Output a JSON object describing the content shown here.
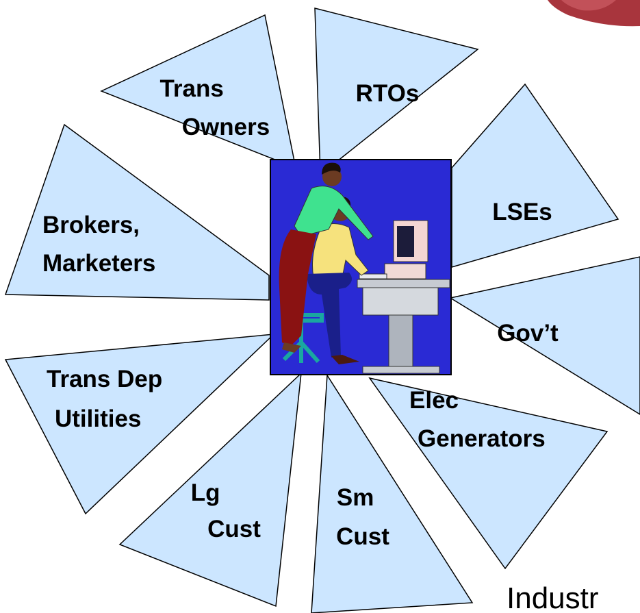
{
  "diagram": {
    "center": "clip-art: two people working at a computer",
    "stakeholders": [
      {
        "id": "trans-owners",
        "lines": [
          "Trans",
          "Owners"
        ]
      },
      {
        "id": "rtos",
        "lines": [
          "RTOs"
        ]
      },
      {
        "id": "lses",
        "lines": [
          "LSEs"
        ]
      },
      {
        "id": "govt",
        "lines": [
          "Gov’t"
        ]
      },
      {
        "id": "elec-generators",
        "lines": [
          "Elec",
          "Generators"
        ]
      },
      {
        "id": "sm-cust",
        "lines": [
          "Sm",
          "Cust"
        ]
      },
      {
        "id": "lg-cust",
        "lines": [
          "Lg",
          "Cust"
        ]
      },
      {
        "id": "trans-dep-utilities",
        "lines": [
          "Trans Dep",
          "Utilities"
        ]
      },
      {
        "id": "brokers-marketers",
        "lines": [
          "Brokers,",
          "Marketers"
        ]
      }
    ],
    "footer_text": "Industr",
    "colors": {
      "wedge_fill": "#cce6ff",
      "center_bg": "#2a2ad4",
      "corner_accent": "#a8353d"
    }
  }
}
